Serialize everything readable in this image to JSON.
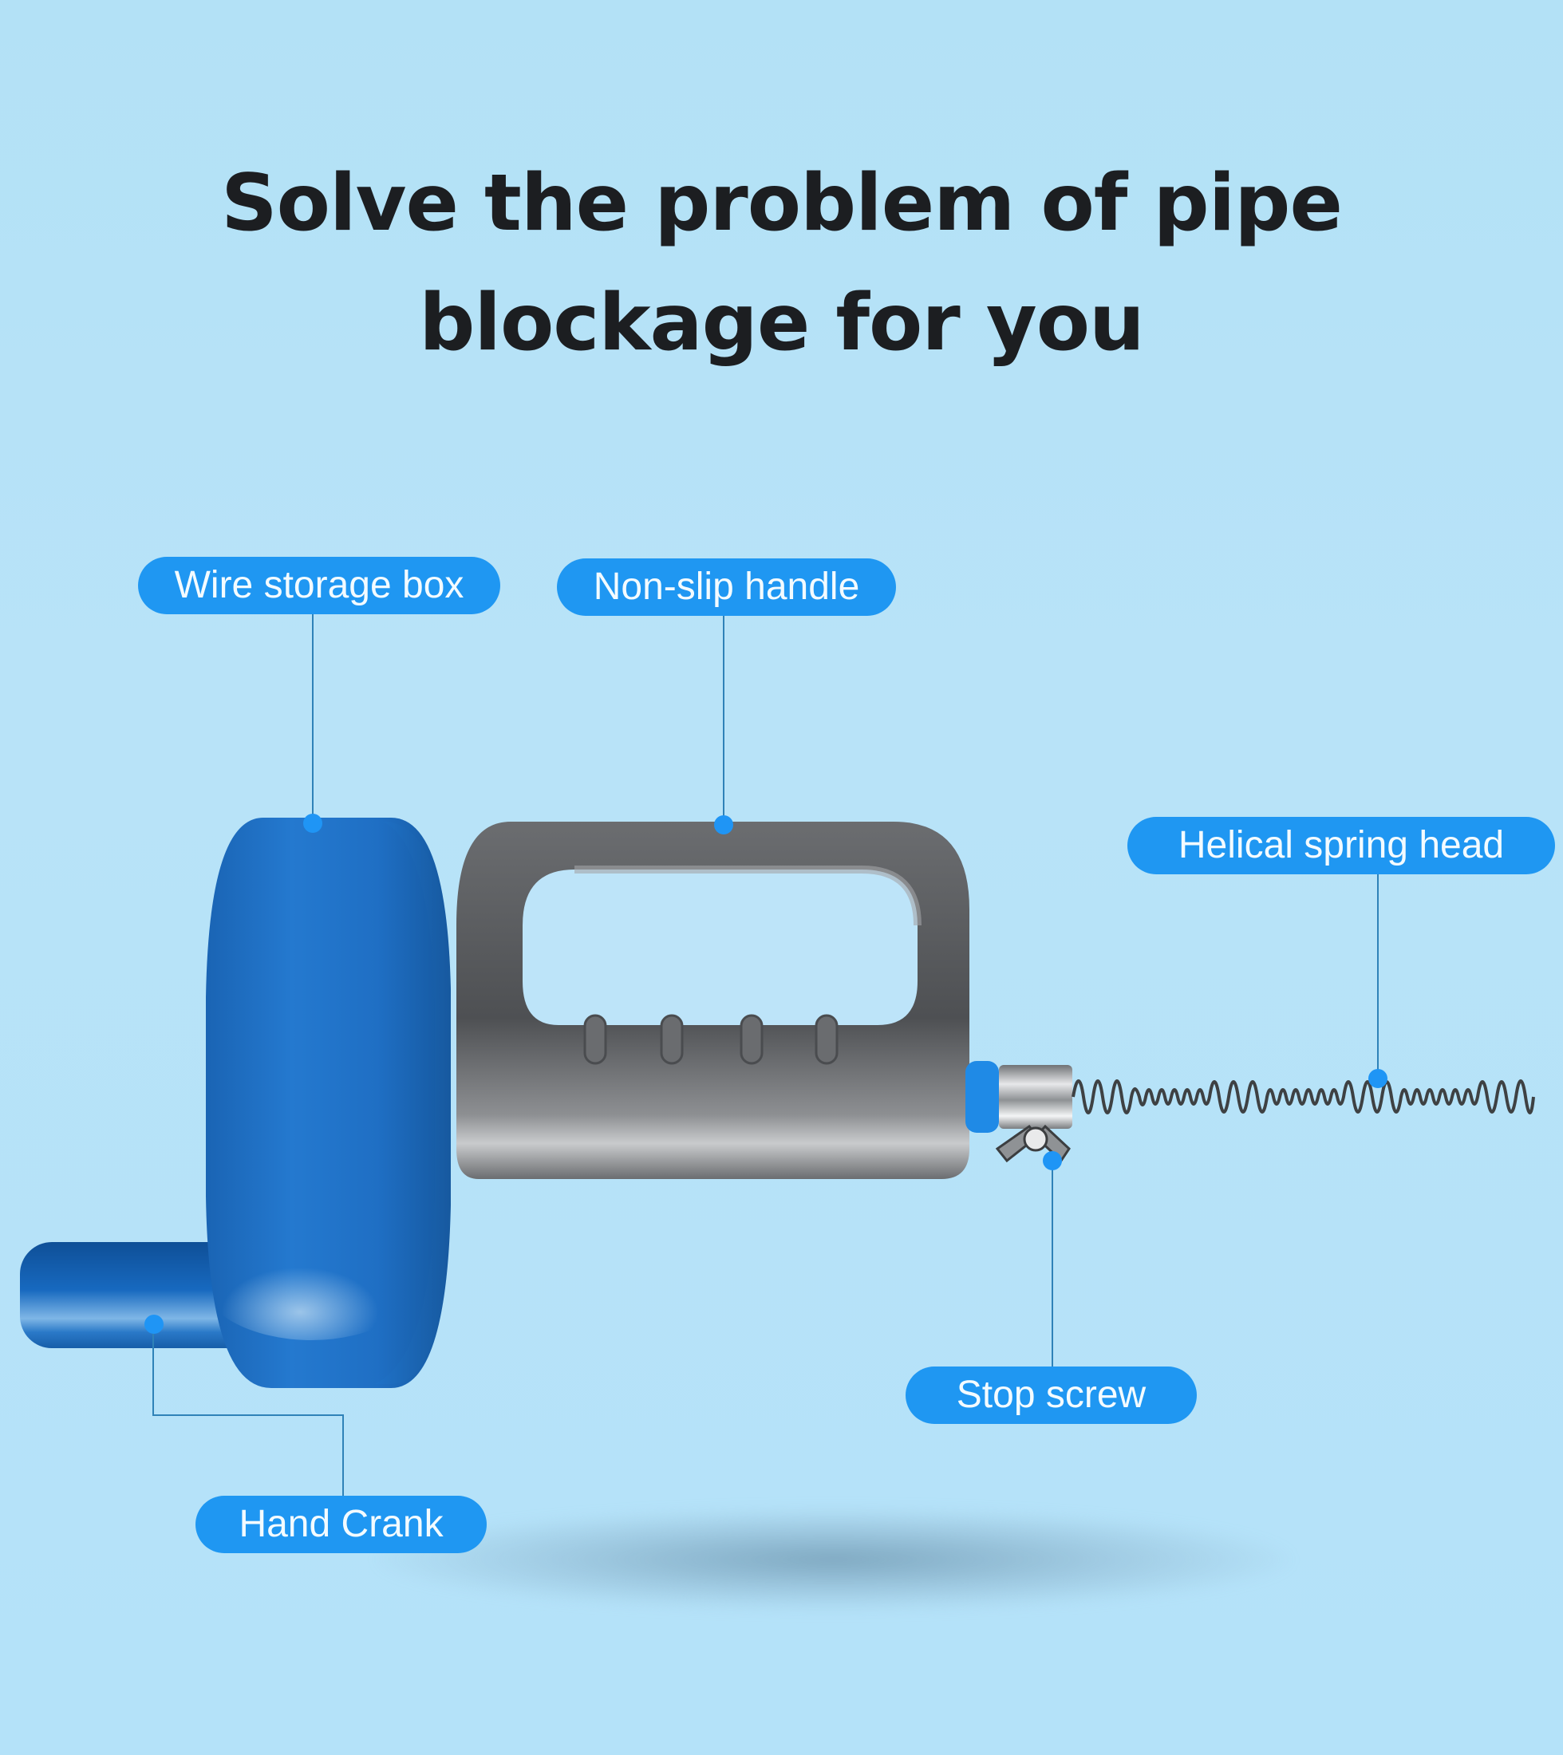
{
  "headline": {
    "line1": "Solve the problem of pipe",
    "line2": "blockage for you"
  },
  "callouts": [
    {
      "id": "wire-storage-box",
      "label": "Wire storage box"
    },
    {
      "id": "non-slip-handle",
      "label": "Non-slip handle"
    },
    {
      "id": "helical-spring-head",
      "label": "Helical spring head"
    },
    {
      "id": "stop-screw",
      "label": "Stop screw"
    },
    {
      "id": "hand-crank",
      "label": "Hand Crank"
    }
  ],
  "colors": {
    "background": "#b3e1f6",
    "label_fill": "#1f97f2",
    "label_text": "#f3fbff",
    "leader_line": "#2f82b8",
    "drum_blue": "#1d6fc4",
    "handle_gray": "#5b5d60",
    "headline_text": "#1c1e21"
  }
}
